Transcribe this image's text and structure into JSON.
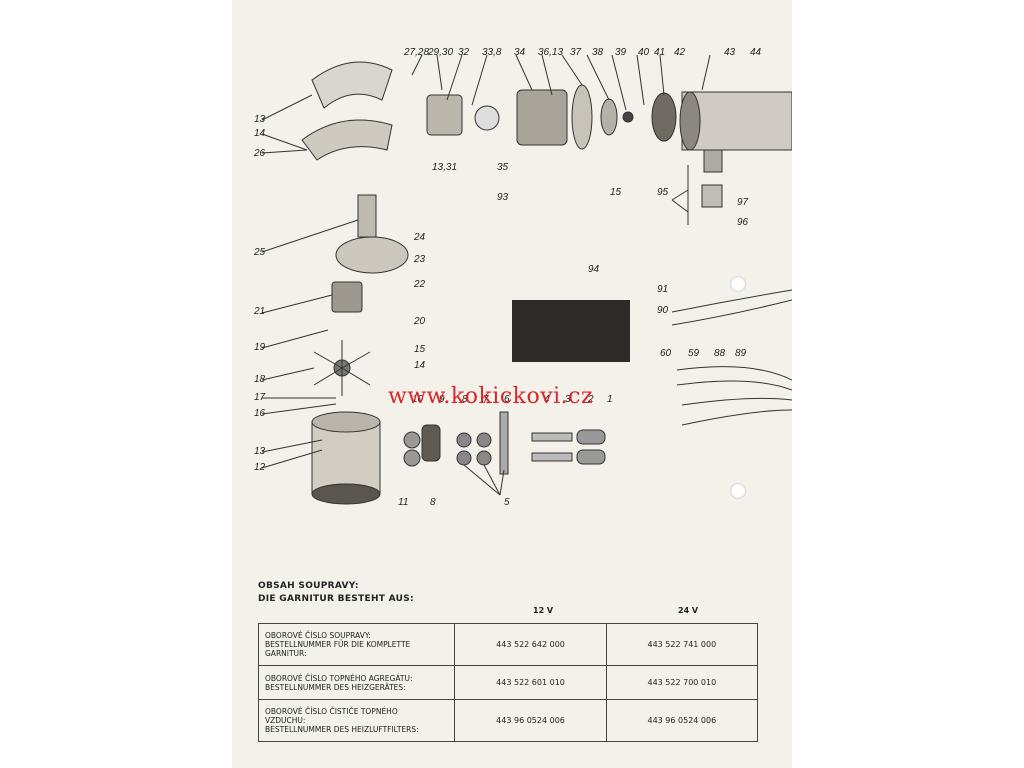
{
  "watermark": "www.kokickovi.cz",
  "contents_heading_1": "OBSAH SOUPRAVY:",
  "contents_heading_2": "DIE GARNITUR BESTEHT AUS:",
  "columns": [
    "12 V",
    "24 V"
  ],
  "rows": [
    {
      "desc_1": "OBOROVÉ ČÍSLO SOUPRAVY:",
      "desc_2": "BESTELLNUMMER FÜR DIE KOMPLETTE",
      "desc_3": "GARNITUR:",
      "v12": "443 522 642 000",
      "v24": "443 522 741 000"
    },
    {
      "desc_1": "OBOROVÉ ČÍSLO TOPNÉHO AGREGÁTU:",
      "desc_2": "BESTELLNUMMER DES HEIZGERÄTES:",
      "desc_3": "",
      "v12": "443 522 601 010",
      "v24": "443 522 700 010"
    },
    {
      "desc_1": "OBOROVÉ ČÍSLO ČISTIČE TOPNÉHO",
      "desc_2": "VZDUCHU:",
      "desc_3": "BESTELLNUMMER DES HEIZLUFTFILTERS:",
      "v12": "443 96 0524 006",
      "v24": "443 96 0524 006"
    }
  ],
  "part_labels": {
    "p27_28": "27,28",
    "p29_30": "29,30",
    "p32": "32",
    "p33_8": "33,8",
    "p34": "34",
    "p36_13": "36,13",
    "p37": "37",
    "p38": "38",
    "p39": "39",
    "p40": "40",
    "p41": "41",
    "p42": "42",
    "p43": "43",
    "p44": "44",
    "p13a": "13",
    "p14a": "14",
    "p26": "26",
    "p13_31": "13,31",
    "p35": "35",
    "p93": "93",
    "p15a": "15",
    "p95": "95",
    "p97": "97",
    "p96": "96",
    "p25": "25",
    "p24": "24",
    "p23": "23",
    "p22": "22",
    "p94": "94",
    "p91": "91",
    "p90": "90",
    "p21": "21",
    "p20": "20",
    "p19": "19",
    "p15b": "15",
    "p14b": "14",
    "p18": "18",
    "p17": "17",
    "p16": "16",
    "p60": "60",
    "p59": "59",
    "p88": "88",
    "p89": "89",
    "p10": "10",
    "p9": "9",
    "p8a": "8",
    "p7": "7",
    "p6": "6",
    "p4": "4",
    "p3": "3",
    "p2": "2",
    "p1": "1",
    "p13b": "13",
    "p12": "12",
    "p11": "11",
    "p8b": "8",
    "p5": "5"
  },
  "colors": {
    "paper": "#f3f1ea",
    "ink": "#222222",
    "watermark": "#d8262c"
  }
}
